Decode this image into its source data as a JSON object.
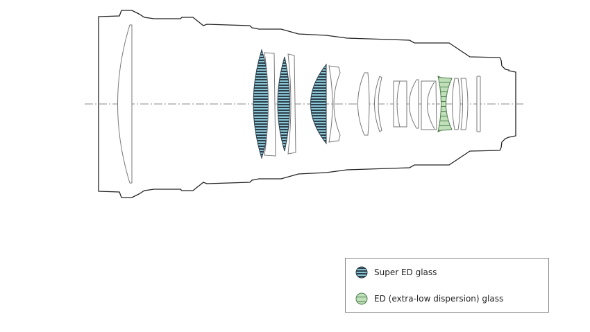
{
  "diagram": {
    "title": "Lens construction diagram",
    "colors": {
      "super_ed_fill": "#8cc7d6",
      "super_ed_stripe": "#2c3e4a",
      "ed_fill": "#bfe0b8",
      "ed_stripe": "#3a5a3a",
      "outline": "#222222",
      "lens_outline": "#777777",
      "axis": "#888888"
    }
  },
  "legend": {
    "items": [
      {
        "label": "Super ED glass",
        "icon": "super-ed-glass-swatch"
      },
      {
        "label": "ED (extra-low dispersion) glass",
        "icon": "ed-glass-swatch"
      }
    ]
  }
}
